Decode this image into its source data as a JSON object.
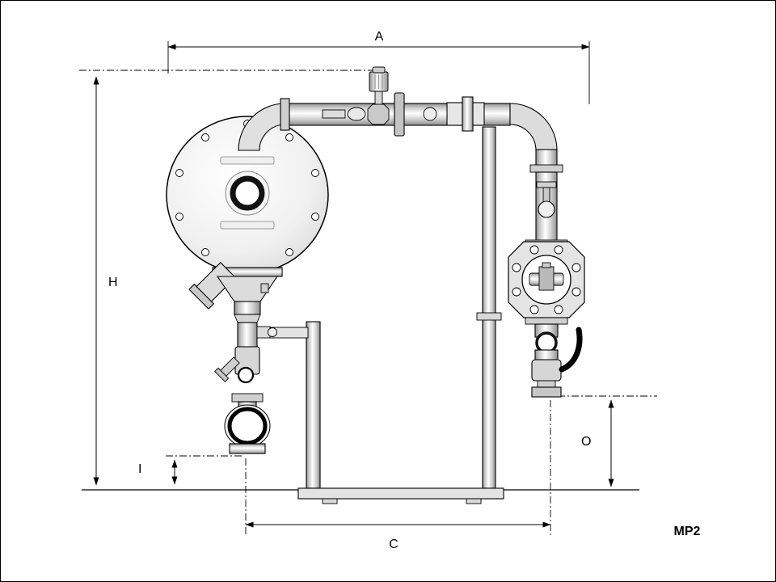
{
  "drawing": {
    "code": "MP2",
    "dimensions": {
      "a": "A",
      "h": "H",
      "i": "I",
      "o": "O",
      "c": "C"
    }
  },
  "colors": {
    "line": "#000000",
    "background": "#ffffff",
    "metal_light": "#f0f0f0",
    "metal_mid": "#d9d9d9",
    "metal_dark": "#8f8f8f",
    "lever_handle": "#000000"
  }
}
